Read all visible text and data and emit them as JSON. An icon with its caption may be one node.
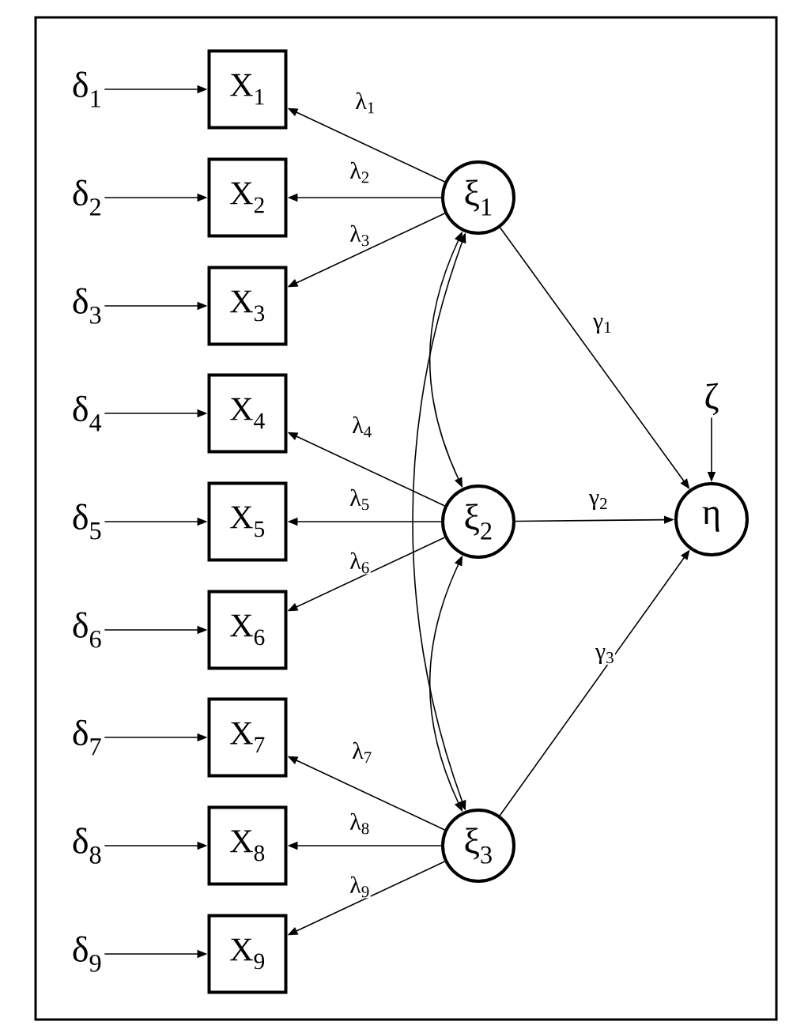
{
  "diagram": {
    "nodes": [
      {
        "text": [
          "δ$_{1}$"
        ]
      },
      {
        "text": [
          "δ$_{2}$"
        ]
      },
      {
        "text": [
          "δ$_{3}$"
        ]
      },
      {
        "text": [
          "δ$_{4}$"
        ]
      },
      {
        "text": [
          "δ$_{5}$"
        ]
      },
      {
        "text": [
          "δ$_{6}$"
        ]
      },
      {
        "text": [
          "δ$_{7}$"
        ]
      },
      {
        "text": [
          "δ$_{8}$"
        ]
      },
      {
        "text": [
          "δ$_{9}$"
        ]
      },
      {
        "text": [
          "X$_{1}$"
        ]
      },
      {
        "text": [
          "X$_{2}$"
        ]
      },
      {
        "text": [
          "X$_{3}$"
        ]
      },
      {
        "text": [
          "X$_{4}$"
        ]
      },
      {
        "text": [
          "X$_{5}$"
        ]
      },
      {
        "text": [
          "X$_{6}$"
        ]
      },
      {
        "text": [
          "X$_{7}$"
        ]
      },
      {
        "text": [
          "X$_{8}$"
        ]
      },
      {
        "text": [
          "X$_{9}$"
        ]
      },
      {
        "text": [
          "ξ$_{1}$"
        ]
      },
      {
        "text": [
          "ξ$_{2}$"
        ]
      },
      {
        "text": [
          "ξ$_{3}$"
        ]
      },
      {
        "text": [
          "η"
        ]
      },
      {
        "text": [
          "ζ"
        ]
      }
    ],
    "edges": [
      {
        "from": 0,
        "to": 9,
        "arrow": "to"
      },
      {
        "from": 1,
        "to": 10,
        "arrow": "to"
      },
      {
        "from": 2,
        "to": 11,
        "arrow": "to"
      },
      {
        "from": 3,
        "to": 12,
        "arrow": "to"
      },
      {
        "from": 4,
        "to": 13,
        "arrow": "to"
      },
      {
        "from": 5,
        "to": 14,
        "arrow": "to"
      },
      {
        "from": 6,
        "to": 15,
        "arrow": "to"
      },
      {
        "from": 7,
        "to": 16,
        "arrow": "to"
      },
      {
        "from": 8,
        "to": 17,
        "arrow": "to"
      },
      {
        "from": 18,
        "to": 9,
        "arrow": "to",
        "label": "λ$_{1}$"
      },
      {
        "from": 18,
        "to": 10,
        "arrow": "to",
        "label": "λ$_{2}$"
      },
      {
        "from": 18,
        "to": 11,
        "arrow": "to",
        "label": "λ$_{3}$"
      },
      {
        "from": 19,
        "to": 12,
        "arrow": "to",
        "label": "λ$_{4}$"
      },
      {
        "from": 19,
        "to": 13,
        "arrow": "to",
        "label": "λ$_{5}$"
      },
      {
        "from": 19,
        "to": 14,
        "arrow": "to",
        "label": "λ$_{6}$"
      },
      {
        "from": 20,
        "to": 15,
        "arrow": "to",
        "label": "λ$_{7}$"
      },
      {
        "from": 20,
        "to": 16,
        "arrow": "to",
        "label": "λ$_{8}$"
      },
      {
        "from": 20,
        "to": 17,
        "arrow": "to",
        "label": "λ$_{9}$"
      },
      {
        "from": 18,
        "to": 21,
        "arrow": "to",
        "label": "γ$_{1}$"
      },
      {
        "from": 19,
        "to": 21,
        "arrow": "to",
        "label": "γ$_{2}$"
      },
      {
        "from": 20,
        "to": 21,
        "arrow": "to",
        "label": "γ$_{3}$"
      },
      {
        "from": 22,
        "to": 21,
        "arrow": "to"
      },
      {
        "from": 18,
        "to": 19,
        "arrow": "both"
      },
      {
        "from": 19,
        "to": 20,
        "arrow": "both"
      },
      {
        "from": 18,
        "to": 20,
        "arrow": "both"
      }
    ]
  }
}
